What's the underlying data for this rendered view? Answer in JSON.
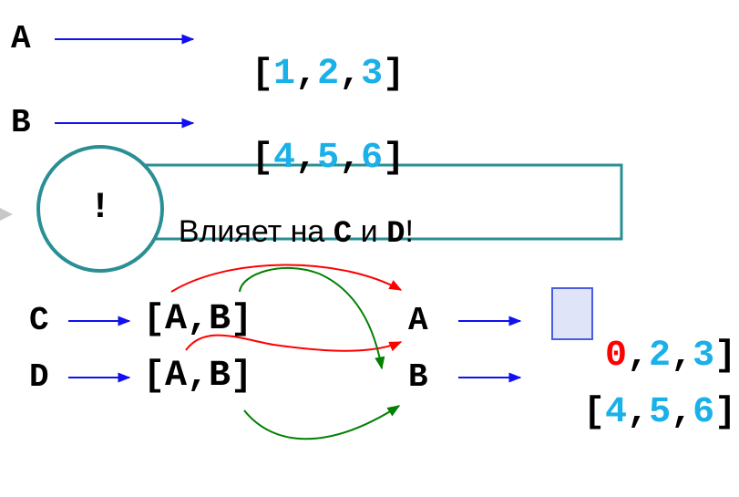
{
  "colors": {
    "blue_arrow": "#1010f0",
    "number": "#1ab0e8",
    "highlight": "#ff0000",
    "red_arrow": "#ff0000",
    "green_arrow": "#008000",
    "callout_border": "#2a8f94",
    "highlight_box_fill": "#e0e4f8",
    "highlight_box_border": "#4a5ce0"
  },
  "top": {
    "a_label": "A",
    "b_label": "B",
    "list_a": {
      "open": "[",
      "v1": "1",
      "c1": ",",
      "v2": "2",
      "c2": ",",
      "v3": "3",
      "close": "]"
    },
    "list_b": {
      "open": "[",
      "v1": "4",
      "c1": ",",
      "v2": "5",
      "c2": ",",
      "v3": "6",
      "close": "]"
    }
  },
  "callout": {
    "badge": "!",
    "text_prefix": "Влияет на ",
    "c": "C",
    "mid": " и ",
    "d": "D",
    "suffix": "!"
  },
  "bottom": {
    "c_label": "C",
    "d_label": "D",
    "c_list": "[A,B]",
    "d_list": "[A,B]",
    "a_label": "A",
    "b_label": "B",
    "list_a": {
      "v1": "0",
      "c1": ",",
      "v2": "2",
      "c2": ",",
      "v3": "3",
      "close": "]"
    },
    "list_b": {
      "open": "[",
      "v1": "4",
      "c1": ",",
      "v2": "5",
      "c2": ",",
      "v3": "6",
      "close": "]"
    }
  }
}
